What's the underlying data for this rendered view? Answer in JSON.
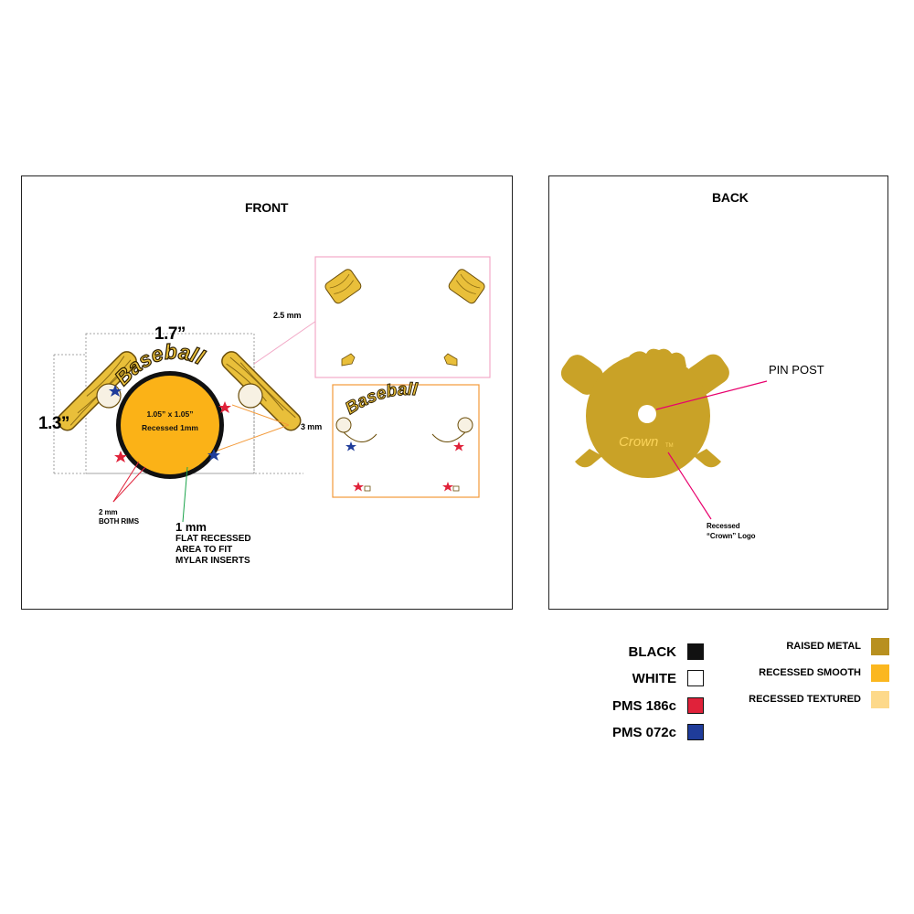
{
  "front": {
    "heading": "FRONT",
    "width_label": "1.7”",
    "height_label": "1.3”",
    "center_size": "1.05” x 1.05”",
    "center_recess": "Recessed 1mm",
    "badge_word": "Baseball",
    "callout_2_5mm": "2.5 mm",
    "callout_3mm": "3 mm",
    "callout_rims": [
      "2 mm",
      "BOTH RIMS"
    ],
    "callout_1mm": "1 mm",
    "callout_recessed": [
      "FLAT RECESSED",
      "AREA TO FIT",
      "MYLAR INSERTS"
    ]
  },
  "back": {
    "heading": "BACK",
    "pin_post": "PIN POST",
    "logo_text": "Crown",
    "logo_tm": "TM",
    "logo_callout": [
      "Recessed",
      "“Crown” Logo"
    ]
  },
  "legend": {
    "left": [
      {
        "label": "BLACK",
        "color": "#111111"
      },
      {
        "label": "WHITE",
        "color": "#ffffff"
      },
      {
        "label": "PMS 186c",
        "color": "#e0223a"
      },
      {
        "label": "PMS 072c",
        "color": "#1f3c9a"
      }
    ],
    "right": [
      {
        "label": "RAISED METAL",
        "color": "#b8901f"
      },
      {
        "label": "RECESSED SMOOTH",
        "color": "#fbb71f"
      },
      {
        "label": "RECESSED TEXTURED",
        "color": "#fdd98a"
      }
    ]
  },
  "colors": {
    "gold": "#c9a227",
    "gold_dark": "#8a6a12",
    "orange": "#fbb217",
    "pink": "#e8006d",
    "orange_line": "#f39a3a",
    "green": "#1aa34a"
  }
}
